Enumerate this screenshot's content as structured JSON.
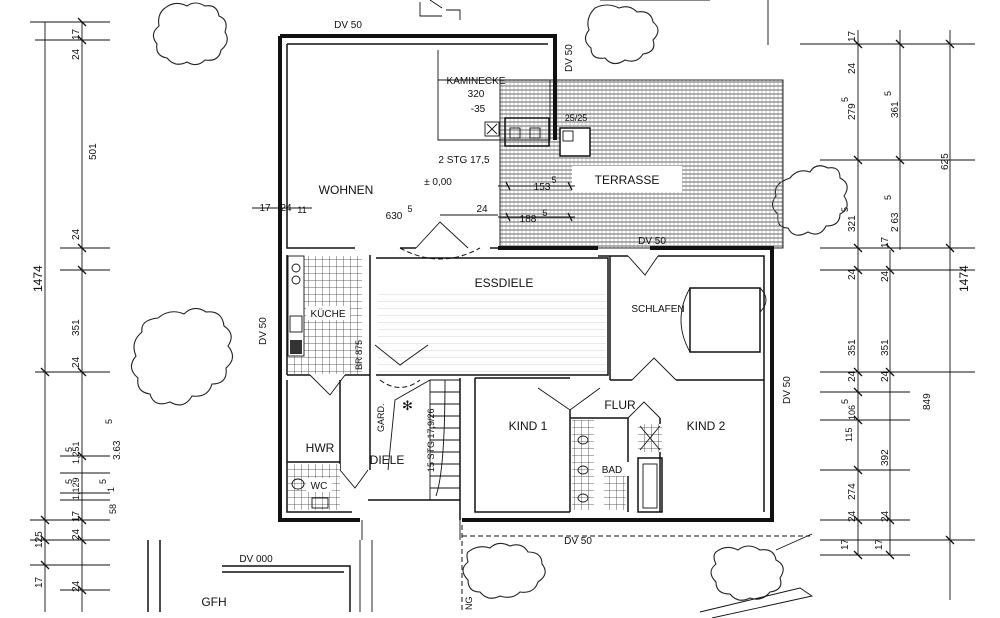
{
  "rooms": {
    "wohnen": "WOHNEN",
    "kaminecke": "KAMINECKE",
    "terrasse": "TERRASSE",
    "essdiele": "ESSDIELE",
    "schlafen": "SCHLAFEN",
    "kuche": "KÜCHE",
    "flur": "FLUR",
    "kind1": "KIND 1",
    "kind2": "KIND 2",
    "bad": "BAD",
    "hwr": "HWR",
    "diele": "DIELE",
    "gard": "GARD.",
    "wc": "WC",
    "gfh": "GFH"
  },
  "labels": {
    "dv50_top": "DV 50",
    "dv50_right_top": "DV 50",
    "dv50_schlafen": "DV 50",
    "dv50_left": "DV 50",
    "dv50_right": "DV 50",
    "dv50_bottom": "DV 50",
    "dv000": "DV 000",
    "stair_upper": "2 STG 17,5",
    "level": "± 0,00",
    "stair_main": "15 STG 17,9/26",
    "br875": "BR 875",
    "kamin_320": "320",
    "kamin_35": "-35",
    "v25": "25/25",
    "m630": "630",
    "m630_sup": "5",
    "m24a": "24",
    "m17": "17",
    "m24b": "24",
    "m24b_sub": "11",
    "m153": "153",
    "m153_sup": "5",
    "m188": "188",
    "m188_sup": "5",
    "ng": "NG"
  },
  "dims_left": {
    "d17": "17",
    "d24a": "24",
    "d501": "501",
    "d24b": "24",
    "d1474": "1474",
    "d351": "351",
    "d24c": "24",
    "d363": "3.63",
    "d363_sup": "5",
    "d251": "1,251",
    "d251_sup": "5",
    "d125": "125",
    "d129": "1,129",
    "d129_sup": "5",
    "d58": "58",
    "d15a": "1",
    "d15a_sup": "5",
    "d17b": "17",
    "d24d": "24",
    "d24e": "24",
    "d17c": "17"
  },
  "dims_right": {
    "d17": "17",
    "d24a": "24",
    "d279": "279",
    "d279_sup": "5",
    "d361": "361",
    "d361_sup": "5",
    "d625": "625",
    "d263": "2 63",
    "d263_sup": "5",
    "d321": "321",
    "d321_sup": "5",
    "d17b": "17",
    "d24b": "24",
    "d24c": "24",
    "d1474": "1474",
    "d351a": "351",
    "d351b": "351",
    "d24d": "24",
    "d24e": "24",
    "d106": "106",
    "d106_sup": "5",
    "d115": "115",
    "d849": "849",
    "d392": "392",
    "d274": "274",
    "d24f": "24",
    "d24g": "24",
    "d17c": "17",
    "d17d": "17"
  }
}
